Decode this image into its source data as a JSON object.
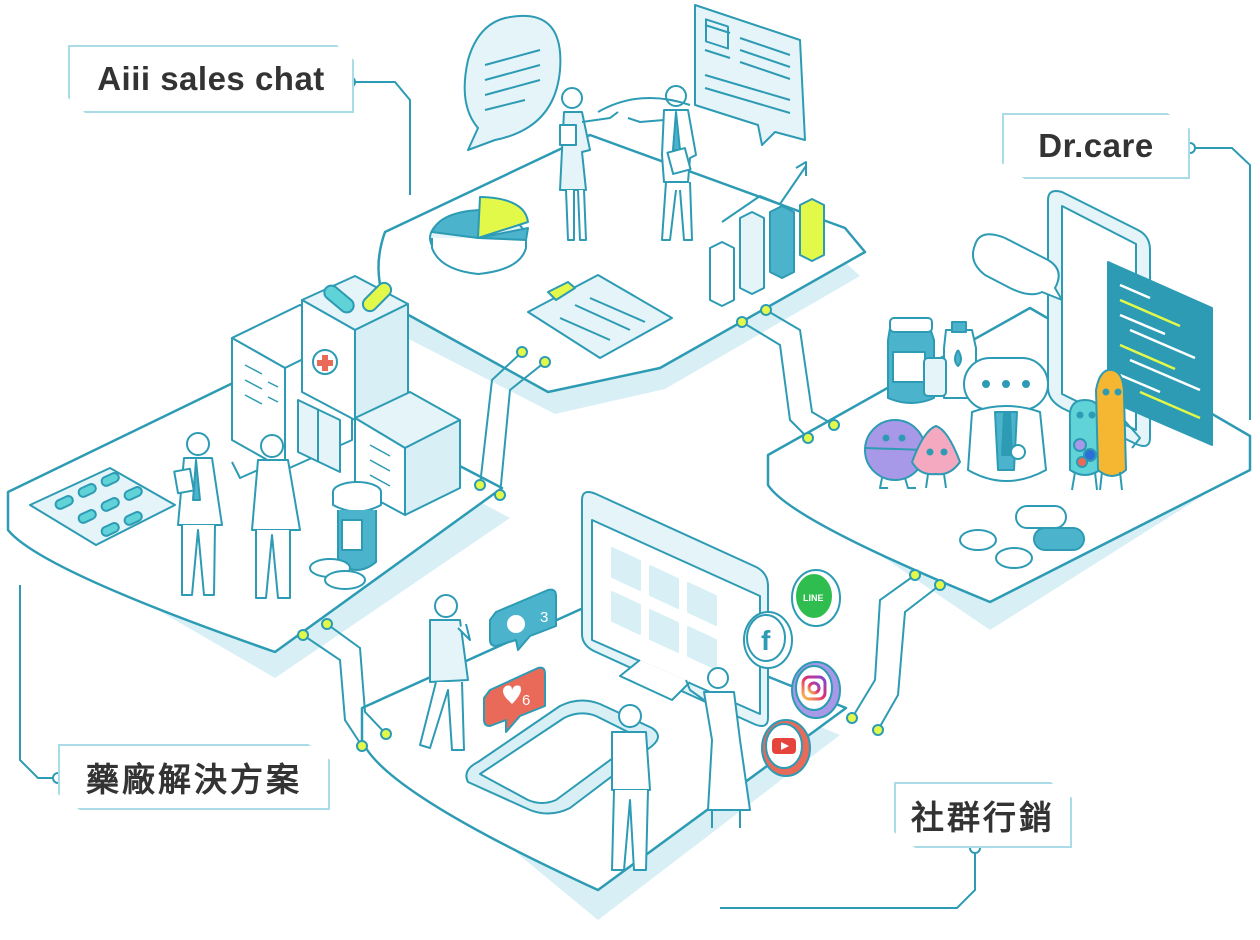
{
  "labels": {
    "sales_chat": "Aiii sales chat",
    "dr_care": "Dr.care",
    "pharma": "藥廠解決方案",
    "social": "社群行銷"
  },
  "social": {
    "comment_count": "3",
    "like_count": "6",
    "line_text": "LINE",
    "facebook_glyph": "f"
  },
  "colors": {
    "line": "#2d9bb4",
    "platform_shadow": "#d8f0f5",
    "light_fill": "#e4f4f8",
    "teal_fill": "#4bb3cc",
    "accent_yellow": "#e3f94a",
    "like_red": "#ea6a5a",
    "line_green": "#2ebd4e",
    "youtube_red": "#e5443c",
    "mascot_purple": "#a898e8",
    "mascot_pink": "#f5a9c1",
    "mascot_orange": "#f5b731",
    "mascot_cyan": "#5fd3d8"
  },
  "icons": [
    "speech-bubble-icon",
    "document-icon",
    "pie-chart-icon",
    "bar-chart-icon",
    "clipboard-icon",
    "hospital-icon",
    "capsule-icon",
    "medicine-bottle-icon",
    "pill-blister-icon",
    "smartphone-icon",
    "robot-doctor-icon",
    "web-browser-icon",
    "comment-notification-icon",
    "like-notification-icon",
    "line-icon",
    "facebook-icon",
    "instagram-icon",
    "youtube-icon"
  ]
}
